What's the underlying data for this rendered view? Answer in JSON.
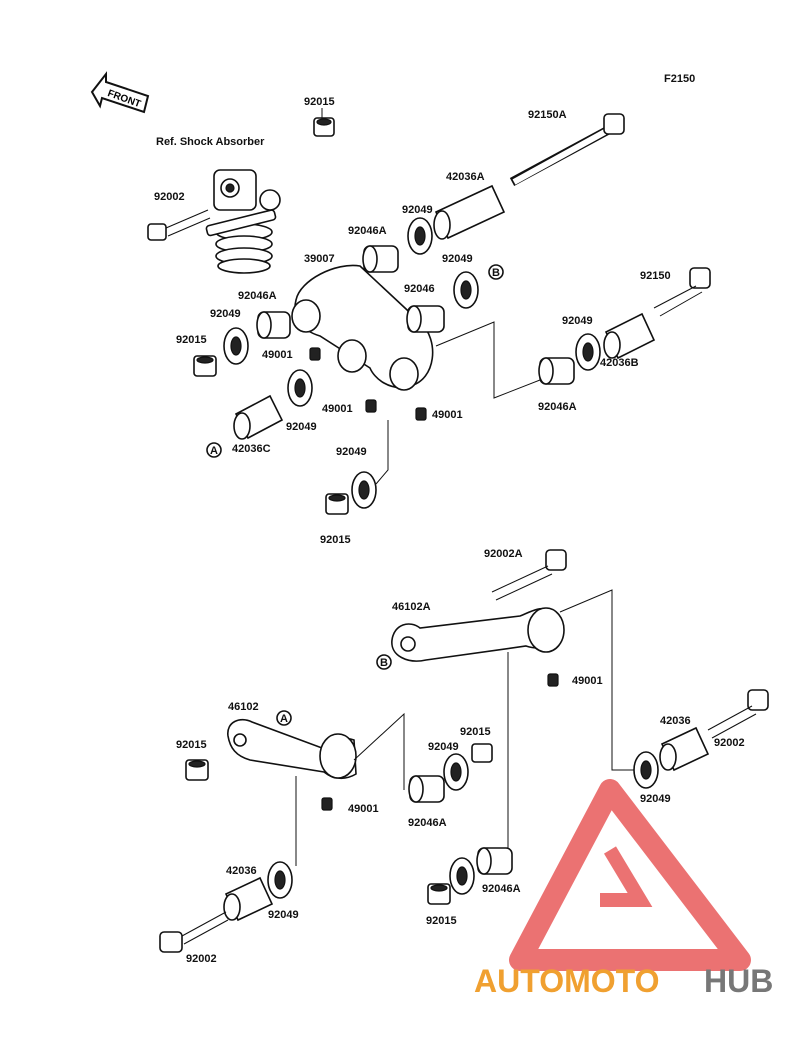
{
  "figure_code": "F2150",
  "front_arrow_label": "FRONT",
  "ref_note": "Ref. Shock Absorber",
  "part_labels": {
    "p1": "92015",
    "p2": "92002",
    "p3": "92150A",
    "p4": "42036A",
    "p5": "92049",
    "p6": "92046A",
    "p7": "39007",
    "p8": "92049",
    "p9": "92046",
    "p10": "92150",
    "p11": "92046A",
    "p12": "92049",
    "p13": "92015",
    "p14": "49001",
    "p15": "92049",
    "p16": "42036B",
    "p17": "49001",
    "p18": "92049",
    "p19": "92046A",
    "p20": "42036C",
    "p21": "49001",
    "p22": "92049",
    "p23": "92015",
    "p24": "92002A",
    "p25": "46102A",
    "p26": "49001",
    "p27": "46102",
    "p28": "92015",
    "p29": "42036",
    "p30": "92015",
    "p31": "92049",
    "p32": "92002",
    "p33": "49001",
    "p34": "92046A",
    "p35": "92049",
    "p36": "42036",
    "p37": "92049",
    "p38": "92046A",
    "p39": "92002",
    "p40": "92015"
  },
  "refs": {
    "a": "A",
    "b": "B"
  },
  "watermark": {
    "brand_left": "AUTOMOTO",
    "brand_right": "HUB",
    "color_red": "#e85a5a",
    "color_orange": "#f0a030",
    "color_gray": "#777777"
  }
}
